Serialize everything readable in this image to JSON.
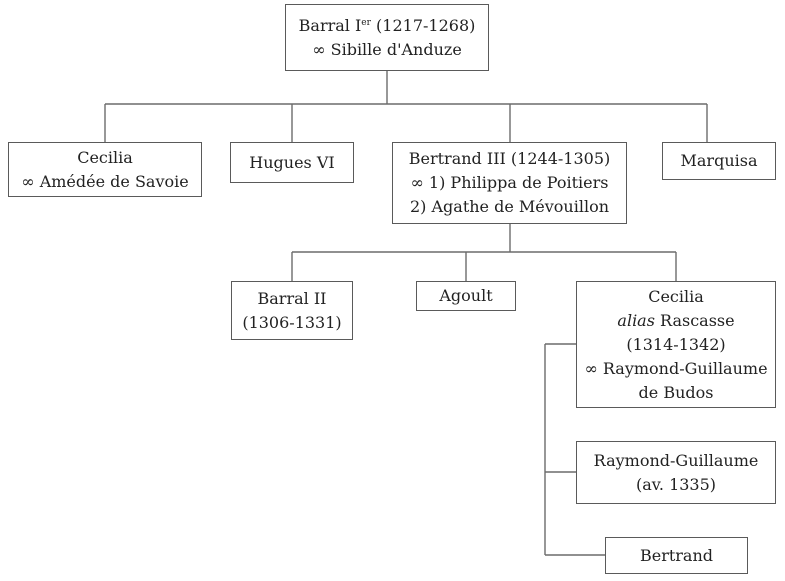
{
  "nodes": {
    "barral_i": {
      "name": "Barral I",
      "sup": "er",
      "dates": "(1217-1268)",
      "spouse": "∞ Sibille d'Anduze"
    },
    "cecilia_1": {
      "name": "Cecilia",
      "spouse": "∞ Amédée de Savoie"
    },
    "hugues": {
      "name": "Hugues VI"
    },
    "bertrand_iii": {
      "name": "Bertrand III (1244-1305)",
      "spouse1": "∞ 1) Philippa de Poitiers",
      "spouse2": "2) Agathe de Mévouillon"
    },
    "marquisa": {
      "name": "Marquisa"
    },
    "barral_ii": {
      "name": "Barral II",
      "dates": "(1306-1331)"
    },
    "agoult": {
      "name": "Agoult"
    },
    "cecilia_2": {
      "name": "Cecilia",
      "alias": "alias",
      "alias_name": "Rascasse",
      "dates": "(1314-1342)",
      "spouse": "∞ Raymond-Guillaume",
      "spouse_cont": "de Budos"
    },
    "raymond": {
      "name": "Raymond-Guillaume",
      "dates": "(av. 1335)"
    },
    "bertrand": {
      "name": "Bertrand"
    }
  }
}
